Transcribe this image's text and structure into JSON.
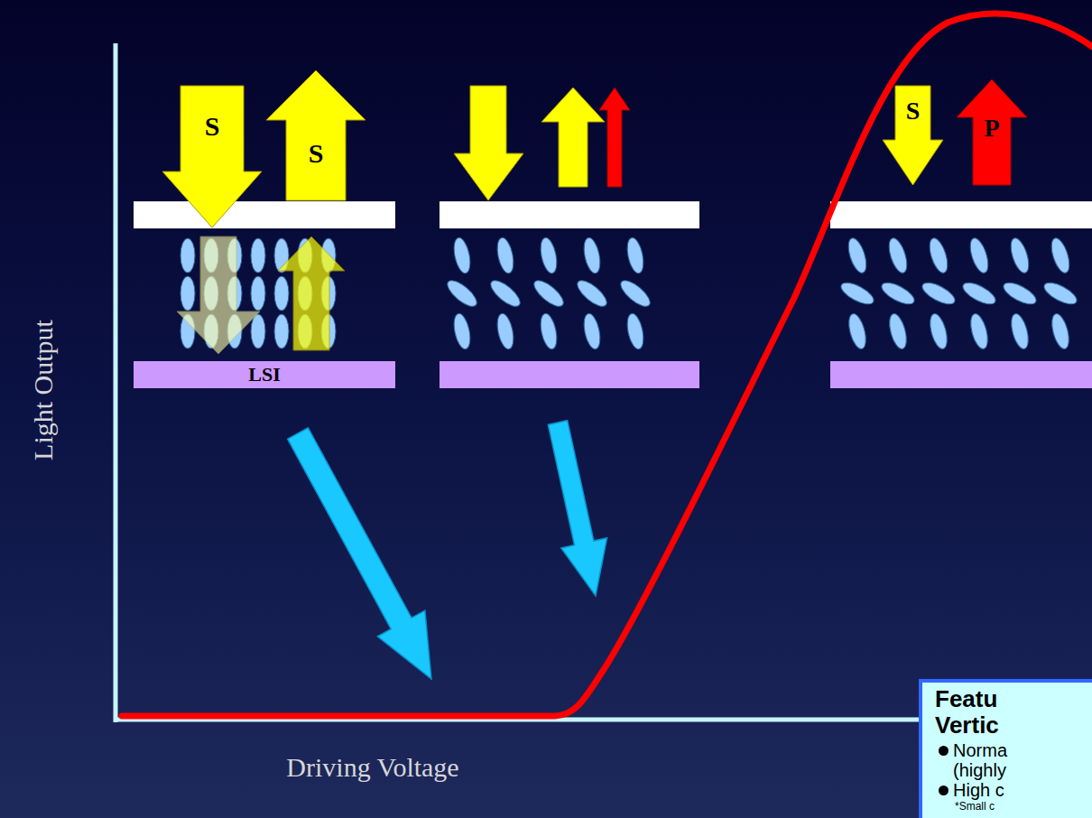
{
  "diagram": {
    "nodes": [
      {
        "text": [
          "S"
        ]
      },
      {
        "text": [
          "S"
        ]
      },
      {
        "text": [
          "LSI"
        ]
      },
      {
        "text": [
          "S"
        ]
      },
      {
        "text": [
          "P"
        ]
      },
      {
        "text": [
          "Featu Vertic",
          "Norma (highly",
          "High c",
          "*Small c"
        ]
      }
    ],
    "labels": [
      "Light Output",
      "Driving Voltage"
    ]
  }
}
